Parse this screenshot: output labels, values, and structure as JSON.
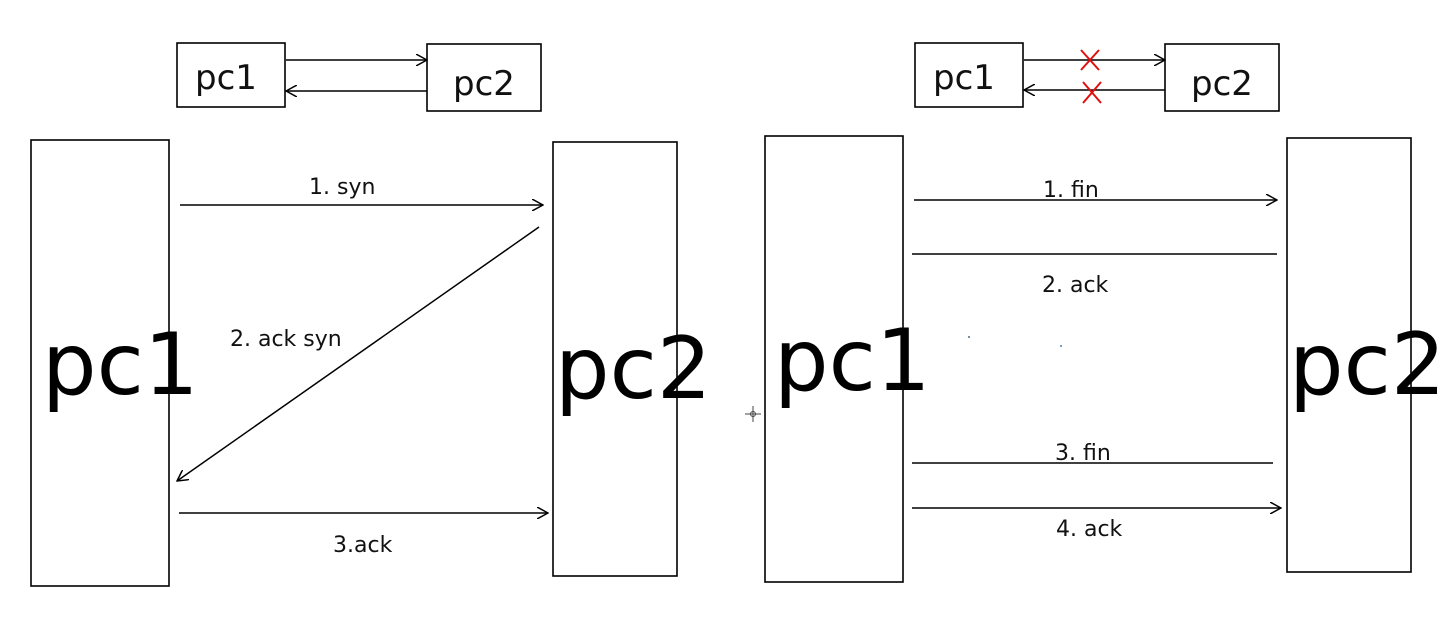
{
  "left": {
    "small_pc1": "pc1",
    "small_pc2": "pc2",
    "big_pc1": "pc1",
    "big_pc2": "pc2",
    "msg1": "1. syn",
    "msg2": "2. ack syn",
    "msg3": "3.ack"
  },
  "right": {
    "small_pc1": "pc1",
    "small_pc2": "pc2",
    "big_pc1": "pc1",
    "big_pc2": "pc2",
    "msg1": "1. fin",
    "msg2": "2. ack",
    "msg3": "3. fin",
    "msg4": "4. ack"
  },
  "colors": {
    "line": "#000000",
    "cross": "#e01010"
  }
}
